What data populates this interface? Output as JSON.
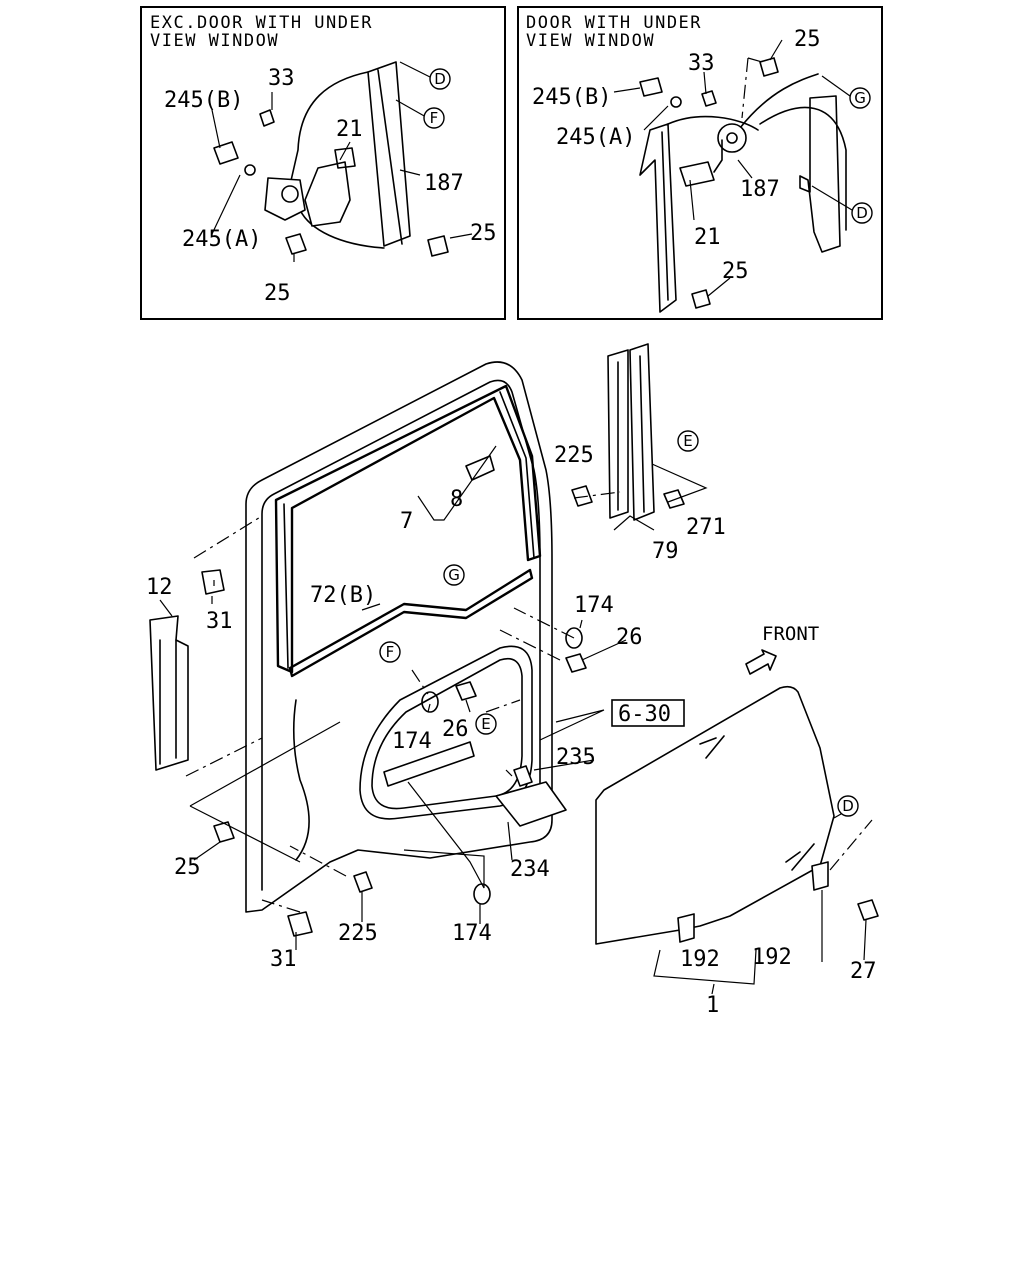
{
  "insets": {
    "left": {
      "caption_line1": "EXC.DOOR WITH UNDER",
      "caption_line2": "VIEW WINDOW"
    },
    "right": {
      "caption_line1": "DOOR WITH UNDER",
      "caption_line2": "VIEW WINDOW"
    }
  },
  "labels": {
    "l33": "33",
    "l245b": "245(B)",
    "l21": "21",
    "l187": "187",
    "l245a": "245(A)",
    "l25a": "25",
    "l25b": "25",
    "r25a": "25",
    "r33": "33",
    "r245b": "245(B)",
    "r245a": "245(A)",
    "r187": "187",
    "r21": "21",
    "r25b": "25",
    "m7": "7",
    "m8": "8",
    "m225a": "225",
    "m79": "79",
    "m271": "271",
    "m12": "12",
    "m31a": "31",
    "m72b": "72(B)",
    "m174a": "174",
    "m26a": "26",
    "m26b": "26",
    "m174b": "174",
    "m235": "235",
    "m25": "25",
    "m234": "234",
    "m225b": "225",
    "m174c": "174",
    "m31b": "31",
    "m192a": "192",
    "m192b": "192",
    "m27": "27",
    "m1": "1"
  },
  "reference_box": "6-30",
  "front_label": "FRONT",
  "callouts": {
    "d": "D",
    "f": "F",
    "g": "G",
    "e": "E"
  }
}
